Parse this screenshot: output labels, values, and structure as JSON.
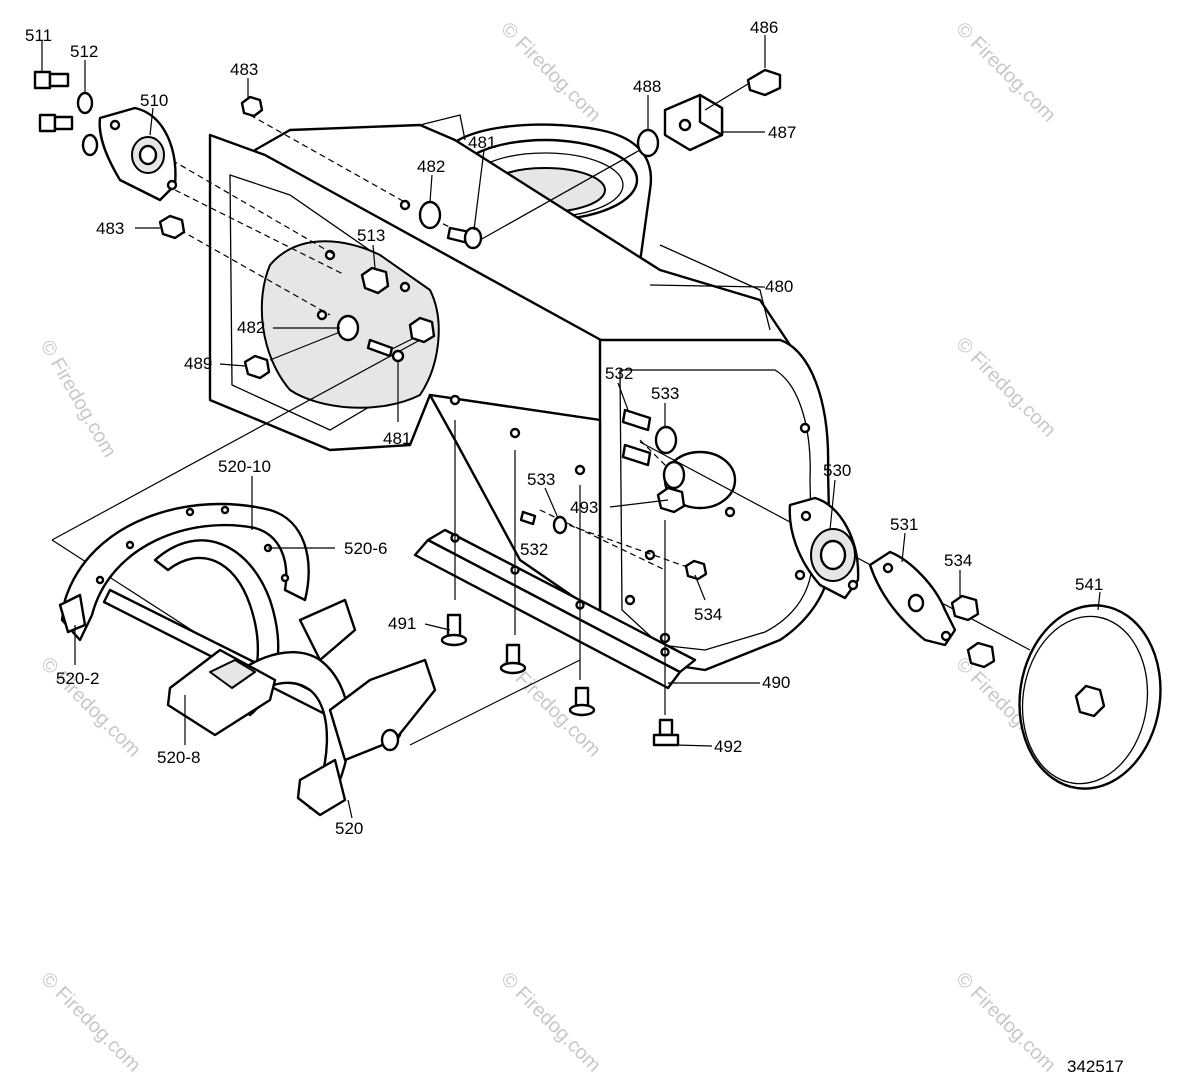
{
  "diagram_id": "342517",
  "watermark": "© Firedog.com",
  "callouts": {
    "p511": "511",
    "p512": "512",
    "p510": "510",
    "p483a": "483",
    "p483b": "483",
    "p486": "486",
    "p488": "488",
    "p487": "487",
    "p481a": "481",
    "p482a": "482",
    "p513": "513",
    "p480": "480",
    "p482b": "482",
    "p489": "489",
    "p481b": "481",
    "p532a": "532",
    "p533a": "533",
    "p530": "530",
    "p531": "531",
    "p534a": "534",
    "p541": "541",
    "p520_10": "520-10",
    "p520_6": "520-6",
    "p533b": "533",
    "p493": "493",
    "p532b": "532",
    "p534b": "534",
    "p491": "491",
    "p490": "490",
    "p492": "492",
    "p520_2": "520-2",
    "p520_8": "520-8",
    "p520": "520"
  }
}
